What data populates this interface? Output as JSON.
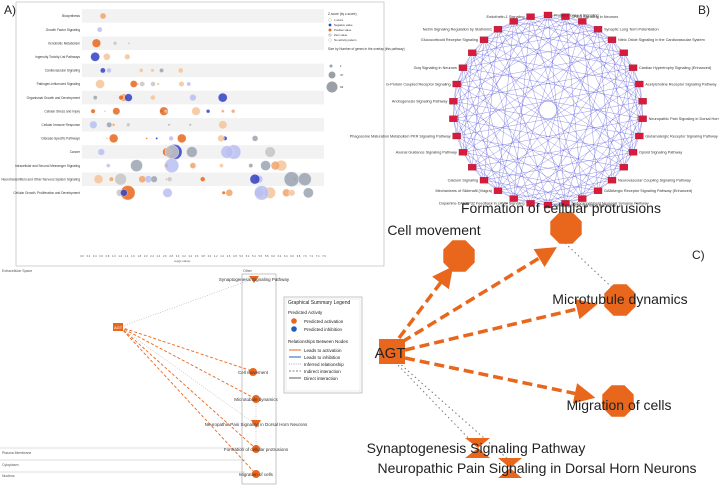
{
  "panels": {
    "a": "A)",
    "b": "B)",
    "c": "C)"
  },
  "panel_a": {
    "rows": [
      "Biosynthesis",
      "Growth Factor Signaling",
      "Xenobiotic Metabolism",
      "Ingenuity Toxicity List Pathways",
      "Cardiovascular Signaling",
      "Pathogen-Influenced Signaling",
      "Organismal Growth and Development",
      "Cellular Stress and Injury",
      "Cellular Immune Response",
      "Disease-Specific Pathways",
      "Cancer",
      "Intracellular and Second Messenger Signaling",
      "Neurotransmitters and Other Nervous System Signaling",
      "Cellular Growth, Proliferation and Development"
    ],
    "xticks": [
      "0.0",
      "0.2",
      "0.4",
      "0.6",
      "0.8",
      "1.0",
      "1.2",
      "1.4",
      "1.6",
      "1.8",
      "2.0",
      "2.2",
      "2.4",
      "2.6",
      "2.8",
      "3.0",
      "3.2",
      "3.4",
      "3.6",
      "3.8",
      "4.0",
      "4.2",
      "4.4",
      "4.6",
      "4.8",
      "5.0",
      "5.2",
      "5.4",
      "5.6",
      "5.8",
      "6.0",
      "6.2",
      "6.4",
      "6.6",
      "6.8",
      "7.0",
      "7.2",
      "7.4",
      "7.6"
    ],
    "xlabel": "-log(p-value)",
    "legend_z_title": "Z-score (by z-score)",
    "legend_z_items": [
      "z-score",
      "Negative value",
      "Positive value",
      "Zero value",
      "No activity pattern"
    ],
    "legend_size_title": "Size by Number of genes in the overlap (this pathway)",
    "legend_size_items": [
      "1",
      "47",
      "94"
    ]
  },
  "panel_b": {
    "labels": [
      "Protein Kinase A Signaling",
      "CREB Signaling in Neurons",
      "Synaptic Long Term Potentiation",
      "Nitric Oxide Signaling in the Cardiovascular System",
      "Cardiac Hypertrophy Signaling (Enhanced)",
      "Acetylcholine Receptor Signaling Pathway",
      "Neuropathic Pain Signaling in Dorsal Horn Neurons",
      "Glutamatergic Receptor Signaling Pathway",
      "Opioid Signaling Pathway",
      "Neurovascular Coupling Signaling Pathway",
      "GABAergic Receptor Signaling Pathway (Enhanced)",
      "Endocannabinoid Neuronal Synapse Pathway",
      "Synaptogenesis Signaling Pathway",
      "Dopamine-DARPP32 Feedback in cAMP Signaling",
      "Mechanisms of Sildenafil (Viagra)",
      "Calcium Signaling",
      "Axonal Guidance Signaling Pathway",
      "Phagosome Maturation Metabolism PKR Signaling Pathway",
      "Androgenesis Signaling Pathway",
      "G-Protein Coupled Receptor Signaling",
      "Gαq Signaling in Neurons",
      "Glucocorticoid Receptor Signaling",
      "Netrin Signaling Regulation by Stathmin1",
      "Endothelin-1 Signaling"
    ]
  },
  "panel_c_left": {
    "compartments": [
      "Extracellular Space",
      "Other",
      "Plasma Membrane",
      "Cytoplasm",
      "Nucleus"
    ],
    "nodes": {
      "agt": "AGT",
      "synaptogenesis": "Synaptogenesis Signaling Pathway",
      "cell_movement": "Cell movement",
      "microtubule": "Microtubule dynamics",
      "neuropathic": "Neuropathic Pain Signaling in Dorsal Horn Neurons",
      "protrusions": "Formation of cellular protrusions",
      "migration": "Migration of cells"
    },
    "legend": {
      "title": "Graphical Summary Legend",
      "predicted_title": "Predicted Activity",
      "predicted_activation": "Predicted activation",
      "predicted_inhibition": "Predicted inhibition",
      "relationships_title": "Relationships Between Nodes",
      "leads_activation": "Leads to activation",
      "leads_inhibition": "Leads to inhibition",
      "inferred": "Inferred relationship",
      "indirect": "Indirect interaction",
      "direct": "Direct interaction"
    },
    "colors": {
      "activation": "#e8671d",
      "inhibition": "#1f5fbf"
    }
  },
  "panel_c_right": {
    "nodes": {
      "agt": "AGT",
      "cell_movement": "Cell movement",
      "protrusions": "Formation of cellular protrusions",
      "microtubule": "Microtubule dynamics",
      "migration": "Migration of cells",
      "synaptogenesis": "Synaptogenesis Signaling Pathway",
      "neuropathic": "Neuropathic Pain Signaling in Dorsal Horn Neurons"
    },
    "colors": {
      "node": "#e8671d",
      "edge": "#e8671d"
    }
  }
}
